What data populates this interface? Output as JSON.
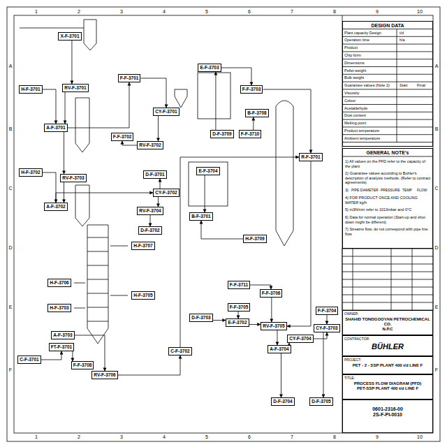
{
  "diagram": {
    "nodes": [
      {
        "text": [
          "X-F-3701"
        ]
      },
      {
        "text": [
          "F-F-3701"
        ]
      },
      {
        "text": [
          "H-F-3701"
        ]
      },
      {
        "text": [
          "RV-F-3701"
        ]
      },
      {
        "text": [
          "A-F-3701"
        ]
      },
      {
        "text": [
          "CY-F-3701"
        ]
      },
      {
        "text": [
          "F-F-3702"
        ]
      },
      {
        "text": [
          "RV-F-3702"
        ]
      },
      {
        "text": [
          "H-F-3702"
        ]
      },
      {
        "text": [
          "RV-F-3703"
        ]
      },
      {
        "text": [
          "D-F-3701"
        ]
      },
      {
        "text": [
          "CY-F-3702"
        ]
      },
      {
        "text": [
          "A-F-3702"
        ]
      },
      {
        "text": [
          "RV-F-3704"
        ]
      },
      {
        "text": [
          "D-F-3702"
        ]
      },
      {
        "text": [
          "E-F-3703"
        ]
      },
      {
        "text": [
          "F-F-3703"
        ]
      },
      {
        "text": [
          "B-F-3708"
        ]
      },
      {
        "text": [
          "D-F-3709"
        ]
      },
      {
        "text": [
          "F-F-3710"
        ]
      },
      {
        "text": [
          "R-F-3701"
        ]
      },
      {
        "text": [
          "E-F-3704"
        ]
      },
      {
        "text": [
          "B-F-3701"
        ]
      },
      {
        "text": [
          "H-F-3709"
        ]
      },
      {
        "text": [
          "H-F-3707"
        ]
      },
      {
        "text": [
          "H-F-3706"
        ]
      },
      {
        "text": [
          "H-F-3705"
        ]
      },
      {
        "text": [
          "H-F-3703"
        ]
      },
      {
        "text": [
          "A-F-3703"
        ]
      },
      {
        "text": [
          "C-F-3701"
        ]
      },
      {
        "text": [
          "FT-F-3701"
        ]
      },
      {
        "text": [
          "F-F-3708"
        ]
      },
      {
        "text": [
          "RV-F-3706"
        ]
      },
      {
        "text": [
          "C-F-3702"
        ]
      },
      {
        "text": [
          "F-F-3711"
        ]
      },
      {
        "text": [
          "F-F-3705"
        ]
      },
      {
        "text": [
          "D-F-3703"
        ]
      },
      {
        "text": [
          "E-F-3702"
        ]
      },
      {
        "text": [
          "F-F-3706"
        ]
      },
      {
        "text": [
          "RV-F-3705"
        ]
      },
      {
        "text": [
          "F-F-3704"
        ]
      },
      {
        "text": [
          "A-F-3704"
        ]
      },
      {
        "text": [
          "CY-F-3704"
        ]
      },
      {
        "text": [
          "CY-F-3703"
        ]
      },
      {
        "text": [
          "D-F-3704"
        ]
      },
      {
        "text": [
          "D-F-3705"
        ]
      },
      {
        "text": [
          "DESIGN DATA"
        ]
      },
      {
        "text": [
          "GENERAL NOTE's"
        ]
      },
      {
        "text": [
          "SHAHID TONDGOOYAN PETROCHEMICAL CO.",
          "N.P.C"
        ]
      },
      {
        "text": [
          "BÜHLER"
        ]
      },
      {
        "text": [
          "PET - 2 - SSP PLANT 400 t/d LINE F"
        ]
      },
      {
        "text": [
          "PROCESS FLOW DIAGRAM (PFD)",
          "PET-SSP PLANT 400 t/d LINE F"
        ]
      },
      {
        "text": [
          "0601-2316-00",
          "2S-F-PI-0010"
        ]
      }
    ],
    "edges": [
      {
        "from": 0,
        "to": 3,
        "arrow": "to"
      },
      {
        "from": 3,
        "to": 4,
        "arrow": "to"
      },
      {
        "from": 2,
        "to": 4,
        "arrow": "to"
      },
      {
        "from": 4,
        "to": 1,
        "arrow": "to"
      },
      {
        "from": 1,
        "to": 5,
        "arrow": "to"
      },
      {
        "from": 5,
        "to": 7,
        "arrow": "to"
      },
      {
        "from": 4,
        "to": 9,
        "arrow": "to"
      },
      {
        "from": 8,
        "to": 12,
        "arrow": "to"
      },
      {
        "from": 9,
        "to": 12,
        "arrow": "to"
      },
      {
        "from": 12,
        "to": 11,
        "arrow": "to"
      },
      {
        "from": 11,
        "to": 10,
        "arrow": "to"
      },
      {
        "from": 11,
        "to": 13,
        "arrow": "to"
      },
      {
        "from": 13,
        "to": 14,
        "arrow": "to"
      },
      {
        "from": 7,
        "to": 6,
        "arrow": "to"
      },
      {
        "from": 29,
        "to": 30,
        "arrow": "to"
      },
      {
        "from": 30,
        "to": 31,
        "arrow": "to"
      },
      {
        "from": 28,
        "to": 32,
        "arrow": "to"
      },
      {
        "from": 32,
        "to": 33,
        "arrow": "to"
      },
      {
        "from": 33,
        "to": 20,
        "arrow": "to"
      },
      {
        "from": 20,
        "to": 39,
        "arrow": "to"
      },
      {
        "from": 39,
        "to": 41,
        "arrow": "to"
      },
      {
        "from": 41,
        "to": 42,
        "arrow": "to"
      },
      {
        "from": 42,
        "to": 43,
        "arrow": "to"
      },
      {
        "from": 41,
        "to": 44,
        "arrow": "to"
      },
      {
        "from": 43,
        "to": 45,
        "arrow": "to"
      },
      {
        "from": 40,
        "to": 43,
        "arrow": "to"
      },
      {
        "from": 15,
        "to": 16,
        "arrow": "to"
      },
      {
        "from": 16,
        "to": 20,
        "arrow": "to"
      },
      {
        "from": 18,
        "to": 15,
        "arrow": "to"
      },
      {
        "from": 19,
        "to": 17,
        "arrow": "to"
      },
      {
        "from": 21,
        "to": 22,
        "arrow": "to"
      },
      {
        "from": 23,
        "to": 22,
        "arrow": "to"
      },
      {
        "from": 34,
        "to": 38,
        "arrow": "to"
      },
      {
        "from": 35,
        "to": 37,
        "arrow": "to"
      },
      {
        "from": 36,
        "to": 37,
        "arrow": "to"
      },
      {
        "from": 37,
        "to": 39,
        "arrow": "to"
      },
      {
        "from": 38,
        "to": 39,
        "arrow": "to"
      }
    ],
    "labels": [
      "1",
      "2",
      "3",
      "4",
      "5",
      "6",
      "7",
      "8",
      "9",
      "10",
      "1",
      "2",
      "3",
      "4",
      "5",
      "6",
      "7",
      "8",
      "9",
      "10",
      "A",
      "B",
      "C",
      "D",
      "E",
      "F",
      "A",
      "B",
      "C",
      "D",
      "E",
      "F",
      "Plant capacity Design",
      "Operation time",
      "Product",
      "Chip form",
      "Dimensions",
      "Pellet weight",
      "Bulk weight",
      "Guarantee values (Note 2)",
      "Viscosity",
      "Colour",
      "Acetaldehyde",
      "Dust content",
      "Melting point",
      "Product temperature",
      "Ambient temperature",
      "t/d",
      "h/a",
      "Start",
      "Final",
      "1) All values on the PFD refer to the capacity of the plant",
      "2) Guarantee values according to Buhler's description of analysis methods. (Refer to contract agreements)",
      "3)",
      "PIPE DIAMETER",
      "PRESSURE",
      "TEMP",
      "FLOW",
      "4) FOR PRODUCT ONCE AND COOLING WATER kg/h",
      "5) m3N/min refer to 1013mbar and 0°C",
      "6) Data for normal operation (Start-up and shut-down might be different)",
      "7) Streams flow, do not correspond with pipe line flow",
      "OWNER:",
      "CONTRACTOR:",
      "PROJECT:",
      "TITLE:"
    ]
  }
}
